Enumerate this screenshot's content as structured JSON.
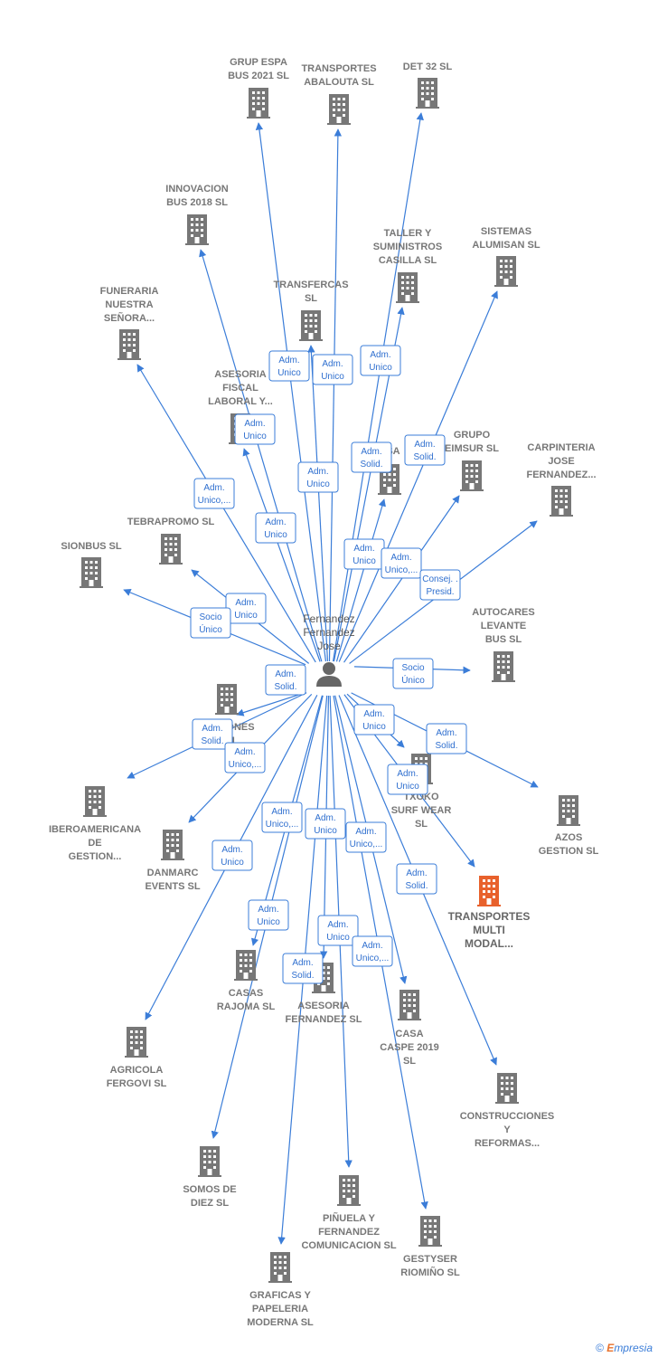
{
  "colors": {
    "edge": "#3b7dd8",
    "building": "#777777",
    "highlight": "#e8612c",
    "person": "#666666"
  },
  "person": {
    "label": [
      "Fernandez",
      "Fernandez",
      "Jose"
    ],
    "icon": "person-icon"
  },
  "nodes": [
    {
      "id": "grup-espa",
      "label": [
        "GRUP ESPA",
        "BUS 2021  SL"
      ]
    },
    {
      "id": "transportes-abalouta",
      "label": [
        "TRANSPORTES",
        "ABALOUTA SL"
      ]
    },
    {
      "id": "det-32",
      "label": [
        "DET 32 SL"
      ]
    },
    {
      "id": "innovacion-bus",
      "label": [
        "INNOVACION",
        "BUS 2018  SL"
      ]
    },
    {
      "id": "taller-suministros",
      "label": [
        "TALLER Y",
        "SUMINISTROS",
        "CASILLA  SL"
      ]
    },
    {
      "id": "sistemas-alumisan",
      "label": [
        "SISTEMAS",
        "ALUMISAN  SL"
      ]
    },
    {
      "id": "transfercas",
      "label": [
        "TRANSFERCAS",
        "SL"
      ]
    },
    {
      "id": "funeraria-nuestra",
      "label": [
        "FUNERARIA",
        "NUESTRA",
        "SEÑORA..."
      ]
    },
    {
      "id": "asesoria-fiscal",
      "label": [
        "ASESORIA",
        "FISCAL",
        "LABORAL Y..."
      ]
    },
    {
      "id": "casa-hidden",
      "label": [
        "ASA"
      ]
    },
    {
      "id": "grupo-eimsur",
      "label": [
        "GRUPO",
        "EIMSUR  SL"
      ]
    },
    {
      "id": "carpinteria-jose",
      "label": [
        "CARPINTERIA",
        "JOSE",
        "FERNANDEZ..."
      ]
    },
    {
      "id": "tebrapromo",
      "label": [
        "TEBRAPROMO SL"
      ]
    },
    {
      "id": "sionbus",
      "label": [
        "SIONBUS  SL"
      ]
    },
    {
      "id": "autocares-levante",
      "label": [
        "AUTOCARES",
        "LEVANTE",
        "BUS  SL"
      ]
    },
    {
      "id": "urbanizaciones",
      "label": [
        "UR   CIONES",
        "R SL"
      ]
    },
    {
      "id": "txoko-surf",
      "label": [
        "TXOKO",
        "SURF WEAR",
        "SL"
      ]
    },
    {
      "id": "azos-gestion",
      "label": [
        "AZOS",
        "GESTION SL"
      ]
    },
    {
      "id": "iberoamericana",
      "label": [
        "IBEROAMERICANA",
        "DE",
        "GESTION..."
      ]
    },
    {
      "id": "danmarc-events",
      "label": [
        "DANMARC",
        "EVENTS  SL"
      ]
    },
    {
      "id": "transportes-multi",
      "label": [
        "TRANSPORTES",
        "MULTI",
        "MODAL..."
      ],
      "highlight": true
    },
    {
      "id": "casas-rajoma",
      "label": [
        "CASAS",
        "RAJOMA SL"
      ]
    },
    {
      "id": "asesoria-fernandez",
      "label": [
        "ASESORIA",
        "FERNANDEZ SL"
      ]
    },
    {
      "id": "casa-caspe",
      "label": [
        "CASA",
        "CASPE 2019",
        "SL"
      ]
    },
    {
      "id": "agricola-fergovi",
      "label": [
        "AGRICOLA",
        "FERGOVI SL"
      ]
    },
    {
      "id": "construcciones-reformas",
      "label": [
        "CONSTRUCCIONES",
        "Y",
        "REFORMAS..."
      ]
    },
    {
      "id": "somos-de-diez",
      "label": [
        "SOMOS DE",
        "DIEZ SL"
      ]
    },
    {
      "id": "pinuela-fernandez",
      "label": [
        "PIÑUELA Y",
        "FERNANDEZ",
        "COMUNICACION SL"
      ]
    },
    {
      "id": "gestyser-riomino",
      "label": [
        "GESTYSER",
        "RIOMIÑO SL"
      ]
    },
    {
      "id": "graficas-papeleria",
      "label": [
        "GRAFICAS Y",
        "PAPELERIA",
        "MODERNA  SL"
      ]
    }
  ],
  "roles": [
    {
      "id": "r1",
      "label": [
        "Adm.",
        "Unico"
      ]
    },
    {
      "id": "r2",
      "label": [
        "Adm.",
        "Unico"
      ]
    },
    {
      "id": "r3",
      "label": [
        "Adm.",
        "Unico"
      ]
    },
    {
      "id": "r4",
      "label": [
        "Adm.",
        "Unico"
      ]
    },
    {
      "id": "r5",
      "label": [
        "Adm.",
        "Solid."
      ]
    },
    {
      "id": "r6",
      "label": [
        "Adm.",
        "Solid."
      ]
    },
    {
      "id": "r7",
      "label": [
        "Adm.",
        "Unico"
      ]
    },
    {
      "id": "r8",
      "label": [
        "Adm.",
        "Unico,..."
      ]
    },
    {
      "id": "r9",
      "label": [
        "Adm.",
        "Unico"
      ]
    },
    {
      "id": "r10",
      "label": [
        "Adm.",
        "Unico"
      ]
    },
    {
      "id": "r11",
      "label": [
        "Adm.",
        "Unico,..."
      ]
    },
    {
      "id": "r12",
      "label": [
        "Consej. .",
        "Presid."
      ]
    },
    {
      "id": "r13",
      "label": [
        "Adm.",
        "Unico"
      ]
    },
    {
      "id": "r14",
      "label": [
        "Socio",
        "Único"
      ]
    },
    {
      "id": "r15",
      "label": [
        "Adm.",
        "Solid."
      ]
    },
    {
      "id": "r16",
      "label": [
        "Socio",
        "Único"
      ]
    },
    {
      "id": "r17",
      "label": [
        "Adm.",
        "Unico"
      ]
    },
    {
      "id": "r18",
      "label": [
        "Adm.",
        "Solid."
      ]
    },
    {
      "id": "r19",
      "label": [
        "Adm.",
        "Solid."
      ]
    },
    {
      "id": "r20",
      "label": [
        "Adm.",
        "Unico,..."
      ]
    },
    {
      "id": "r21",
      "label": [
        "Adm.",
        "Unico"
      ]
    },
    {
      "id": "r22",
      "label": [
        "Adm.",
        "Unico,..."
      ]
    },
    {
      "id": "r23",
      "label": [
        "Adm.",
        "Unico"
      ]
    },
    {
      "id": "r24",
      "label": [
        "Adm.",
        "Unico,..."
      ]
    },
    {
      "id": "r25",
      "label": [
        "Adm.",
        "Unico"
      ]
    },
    {
      "id": "r26",
      "label": [
        "Adm.",
        "Solid."
      ]
    },
    {
      "id": "r27",
      "label": [
        "Adm.",
        "Unico"
      ]
    },
    {
      "id": "r28",
      "label": [
        "Adm.",
        "Unico"
      ]
    },
    {
      "id": "r29",
      "label": [
        "Adm.",
        "Solid."
      ]
    },
    {
      "id": "r30",
      "label": [
        "Adm.",
        "Unico,..."
      ]
    }
  ],
  "footer": {
    "copyright": "©",
    "brand_initial": "E",
    "brand_rest": "mpresia"
  }
}
